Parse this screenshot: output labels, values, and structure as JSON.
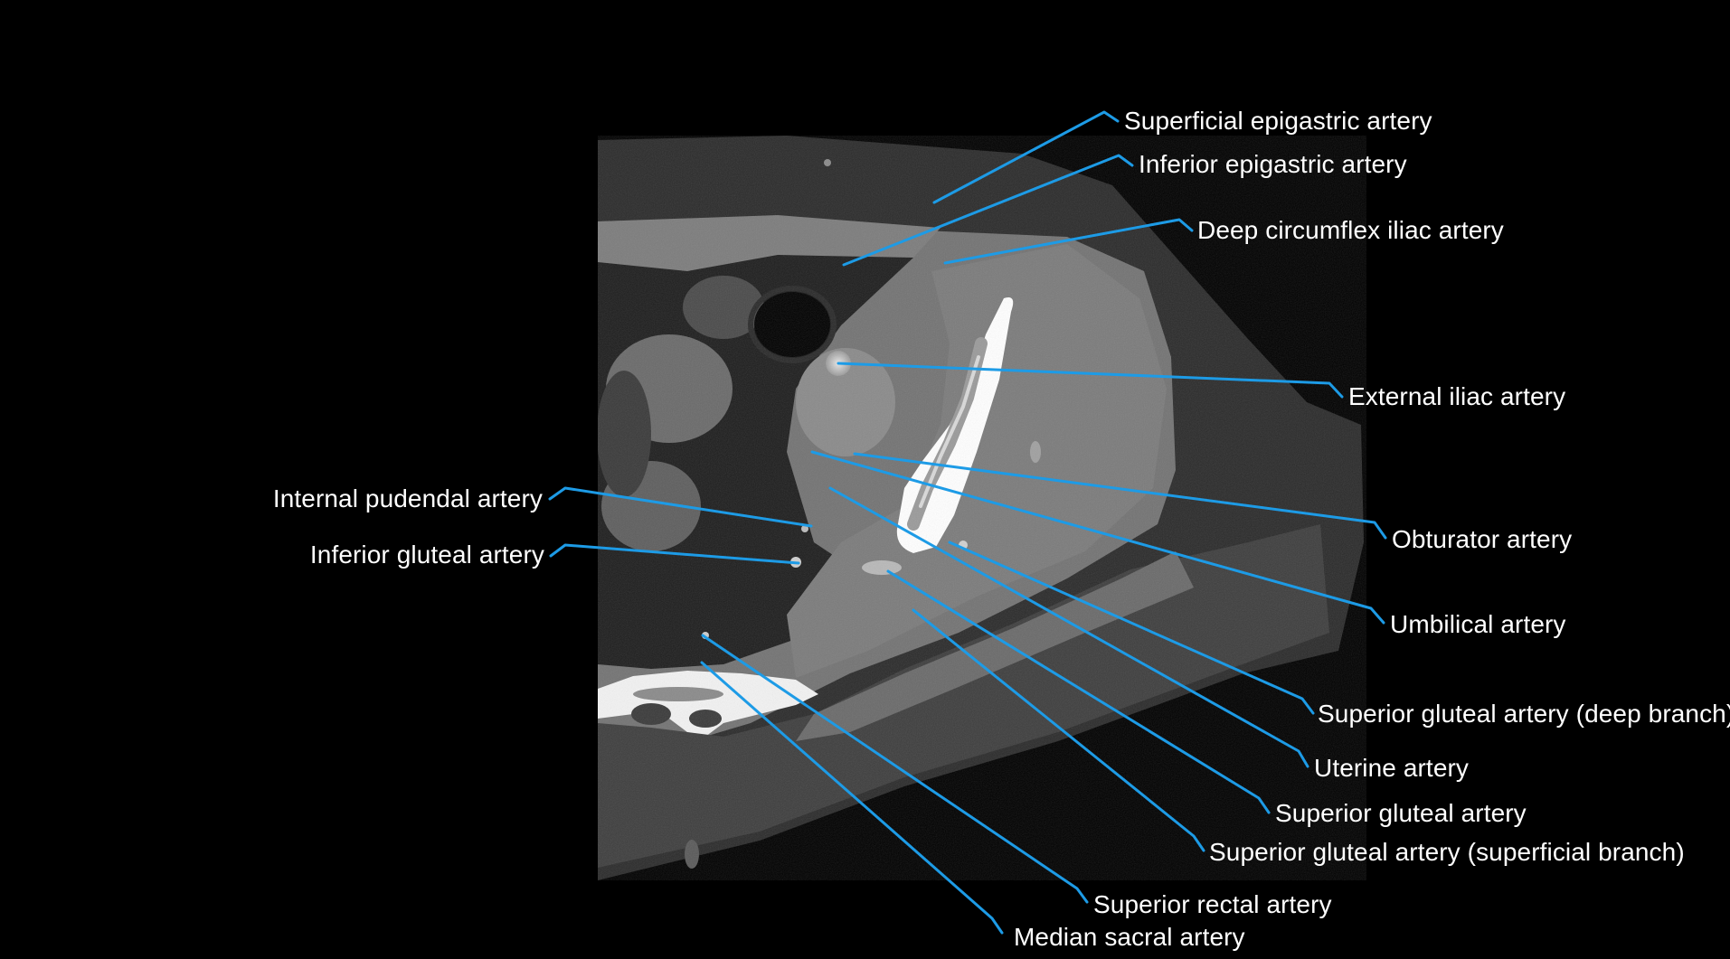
{
  "colors": {
    "background": "#000000",
    "leader_line": "#1d9be6",
    "label_text": "#ffffff"
  },
  "labels": {
    "superficial_epigastric": "Superficial epigastric artery",
    "inferior_epigastric": "Inferior epigastric artery",
    "deep_circumflex_iliac": "Deep circumflex iliac artery",
    "external_iliac": "External iliac artery",
    "internal_pudendal": "Internal pudendal artery",
    "inferior_gluteal": "Inferior gluteal artery",
    "obturator": "Obturator artery",
    "umbilical": "Umbilical artery",
    "superior_gluteal_deep": "Superior gluteal artery (deep branch)",
    "uterine": "Uterine artery",
    "superior_gluteal": "Superior gluteal artery",
    "superior_gluteal_superficial": "Superior gluteal artery (superficial branch)",
    "superior_rectal": "Superior rectal artery",
    "median_sacral": "Median sacral artery"
  }
}
